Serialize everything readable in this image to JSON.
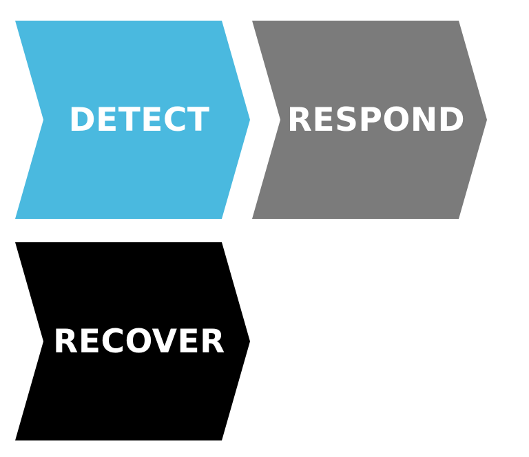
{
  "steps": [
    {
      "label": "DETECT",
      "color": "#4ab9df"
    },
    {
      "label": "RESPOND",
      "color": "#7b7b7b"
    },
    {
      "label": "RECOVER",
      "color": "#000000"
    }
  ]
}
